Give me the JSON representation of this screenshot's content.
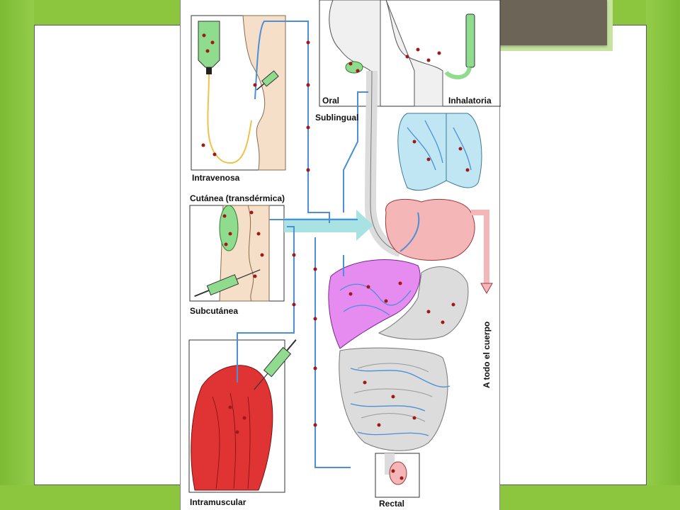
{
  "labels": {
    "intravenosa": "Intravenosa",
    "cutanea": "Cutánea (transdérmica)",
    "subcutanea": "Subcutánea",
    "intramuscular": "Intramuscular",
    "oral": "Oral",
    "sublingual": "Sublingual",
    "inhalatoria": "Inhalatoria",
    "rectal": "Rectal",
    "a_todo_el_cuerpo": "A todo el cuerpo"
  },
  "colors": {
    "vessel": "#4a8fd8",
    "drug_dot": "#a01818",
    "liver": "#e68cf0",
    "heart": "#f4b6b6",
    "lungs": "#bfe6f2",
    "muscle": "#e03434",
    "intestine": "#dcdcdc",
    "iv_bag": "#8fdc8f",
    "iv_tube": "#f0c24a",
    "skin": "#f6dfc9",
    "absorption_arrow": "#a8e2e2"
  }
}
